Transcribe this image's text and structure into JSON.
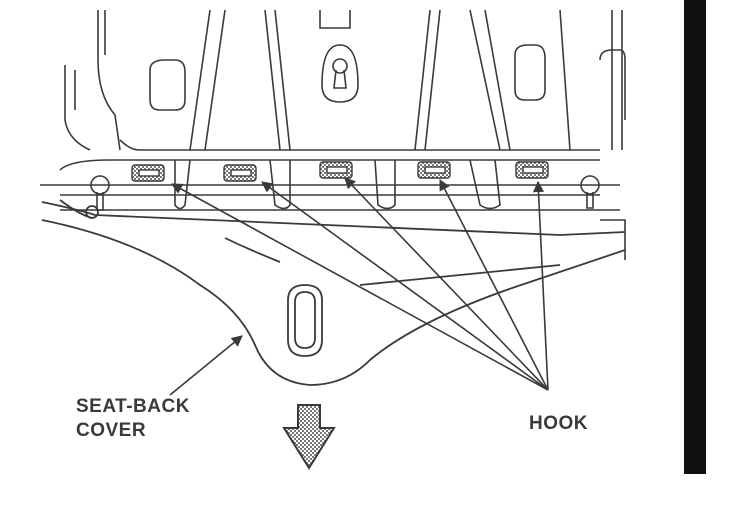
{
  "labels": {
    "seat_back_cover_line1": "SEAT-BACK",
    "seat_back_cover_line2": "COVER",
    "hook": "HOOK"
  },
  "colors": {
    "line": "#3a3a3a",
    "hatch_fill": "#8a8a8a",
    "side_bar": "#111111",
    "background": "#ffffff"
  },
  "icons": {
    "direction_arrow": "down-arrow-icon",
    "callout_arrows": "arrowhead-icon"
  }
}
